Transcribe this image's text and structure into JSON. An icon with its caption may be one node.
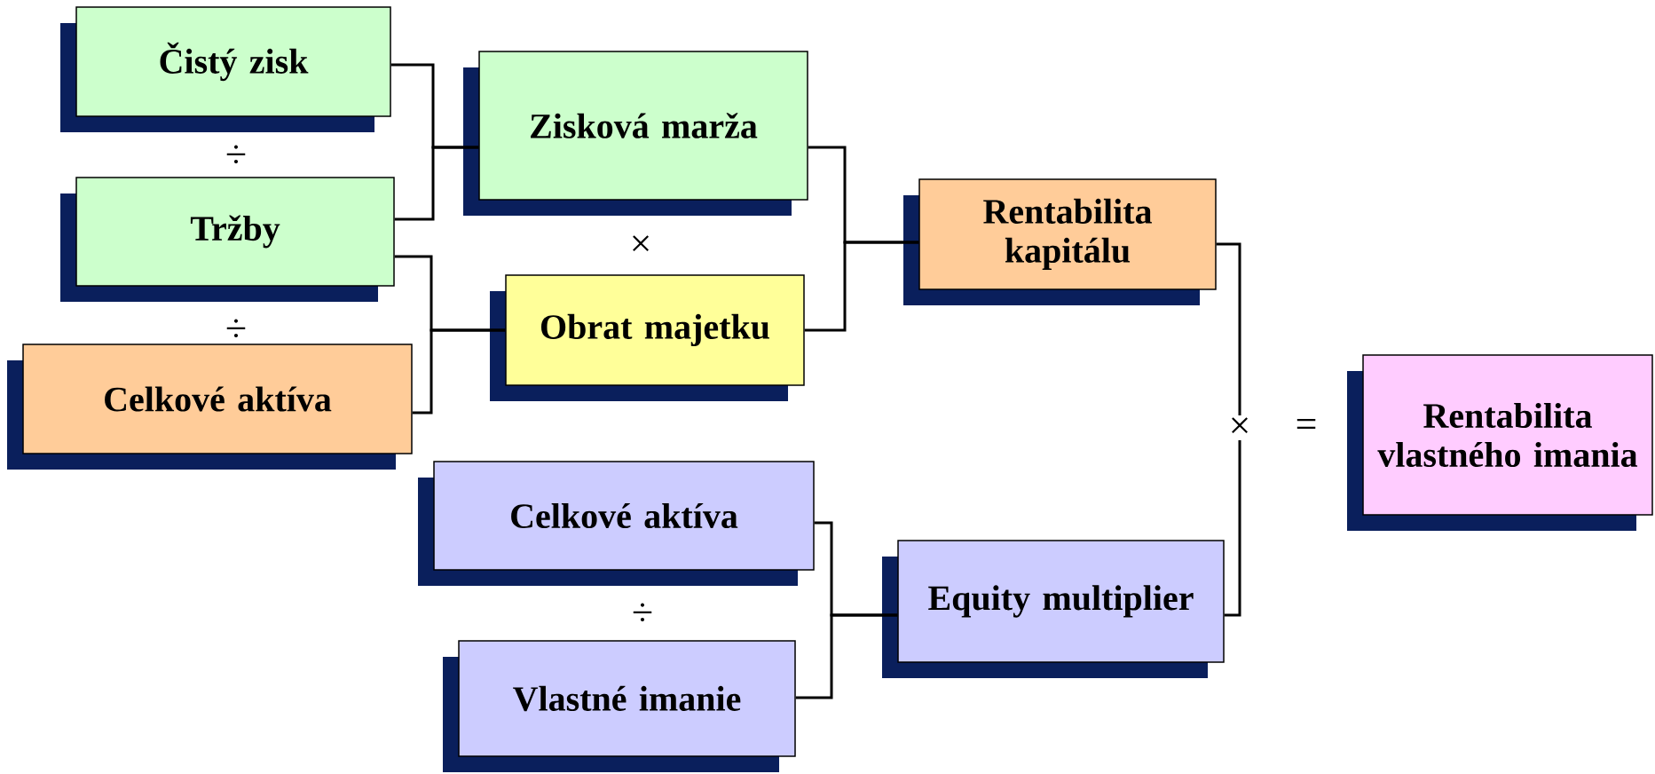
{
  "diagram": {
    "nodes": [
      {
        "text": [
          "Čistý zisk"
        ]
      },
      {
        "text": [
          "Tržby"
        ]
      },
      {
        "text": [
          "Celkové aktíva"
        ]
      },
      {
        "text": [
          "Zisková marža"
        ]
      },
      {
        "text": [
          "Obrat majetku"
        ]
      },
      {
        "text": [
          "Rentabilita kapitálu"
        ]
      },
      {
        "text": [
          "Celkové aktíva"
        ]
      },
      {
        "text": [
          "Vlastné imanie"
        ]
      },
      {
        "text": [
          "Equity multiplier"
        ]
      },
      {
        "text": [
          "Rentabilita vlastného imania"
        ]
      },
      {
        "text": [
          "×"
        ]
      }
    ],
    "edges": [
      {
        "from": 0,
        "to": 3,
        "arrow": "none"
      },
      {
        "from": 1,
        "to": 3,
        "arrow": "none"
      },
      {
        "from": 1,
        "to": 4,
        "arrow": "none"
      },
      {
        "from": 2,
        "to": 4,
        "arrow": "none"
      },
      {
        "from": 3,
        "to": 5,
        "arrow": "none"
      },
      {
        "from": 4,
        "to": 5,
        "arrow": "none"
      },
      {
        "from": 6,
        "to": 8,
        "arrow": "none"
      },
      {
        "from": 7,
        "to": 8,
        "arrow": "none"
      },
      {
        "from": 5,
        "to": 10,
        "arrow": "none"
      },
      {
        "from": 8,
        "to": 10,
        "arrow": "none"
      }
    ],
    "labels": [
      "÷",
      "÷",
      "×",
      "÷",
      "="
    ]
  }
}
